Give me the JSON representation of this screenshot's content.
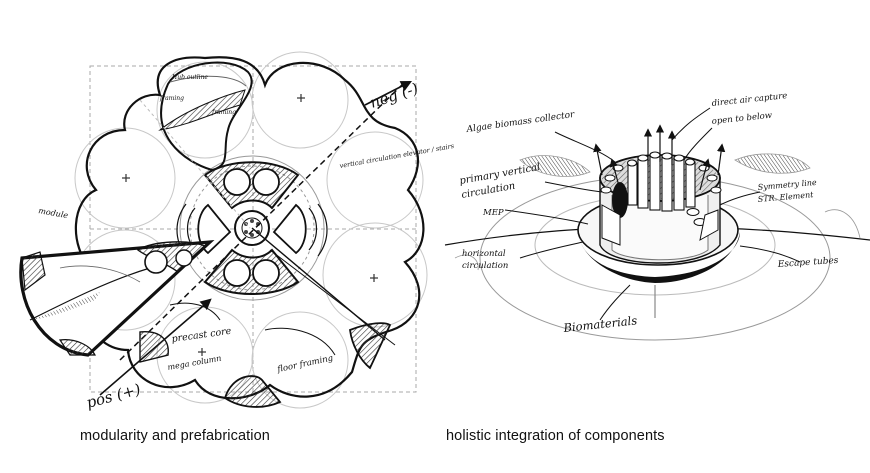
{
  "captions": {
    "left": "modularity and prefabrication",
    "right": "holistic integration of components"
  },
  "left_sketch": {
    "labels": {
      "neg": "neg (-)",
      "pos": "pos (+)",
      "module": "module",
      "hub_outline": "Hub outline",
      "framing_a": "framing",
      "framing_b": "framing",
      "vertical_circulation": "vertical circulation elevator / stairs",
      "precast_core": "precast core",
      "mega_column": "mega column",
      "floor_framing": "floor framing"
    }
  },
  "right_sketch": {
    "labels": {
      "algae": "Algae biomass collector",
      "direct_air": "direct air capture",
      "open_below": "open to below",
      "primary_vertical": "primary vertical",
      "circulation_1": "circulation",
      "symmetry": "Symmetry line",
      "str_element": "STR. Element",
      "mep": "MEP",
      "horizontal": "horizontal",
      "circulation_2": "circulation",
      "escape_tubes": "Escape tubes",
      "biomaterials": "Biomaterials"
    }
  },
  "colors": {
    "ink": "#111111",
    "hatch": "#555555",
    "light": "#bdbdbd"
  }
}
